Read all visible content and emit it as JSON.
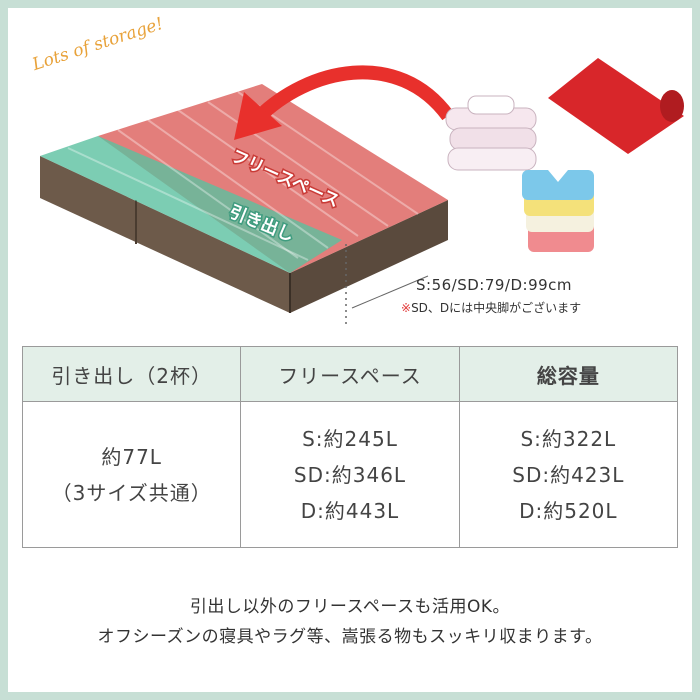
{
  "tagline": "Lots of storage!",
  "labels": {
    "free_space": "フリースペース",
    "drawer": "引き出し"
  },
  "size_dim": "S:56/SD:79/D:99cm",
  "size_note_mark": "※",
  "size_note": "SD、Dには中央脚がございます",
  "table": {
    "headers": [
      "引き出し（2杯）",
      "フリースペース",
      "総容量"
    ],
    "drawer_lines": [
      "約77L",
      "（3サイズ共通）"
    ],
    "free_lines": [
      "S:約245L",
      "SD:約346L",
      "D:約443L"
    ],
    "total_lines": [
      "S:約322L",
      "SD:約423L",
      "D:約520L"
    ]
  },
  "bottom_line1": "引出し以外のフリースペースも活用OK。",
  "bottom_line2": "オフシーズンの寝具やラグ等、嵩張る物もスッキリ収まります。",
  "colors": {
    "frame": "#c7dfd5",
    "header_bg": "#e3efe8",
    "free_space": "#d9534f",
    "drawer": "#5bc0a0",
    "tagline": "#e8a23a",
    "arrow": "#e8302c"
  },
  "icons": [
    "storage-bed-illustration",
    "curved-arrow-icon",
    "folded-towels-icon",
    "rolled-rug-icon",
    "folded-shirts-icon"
  ]
}
